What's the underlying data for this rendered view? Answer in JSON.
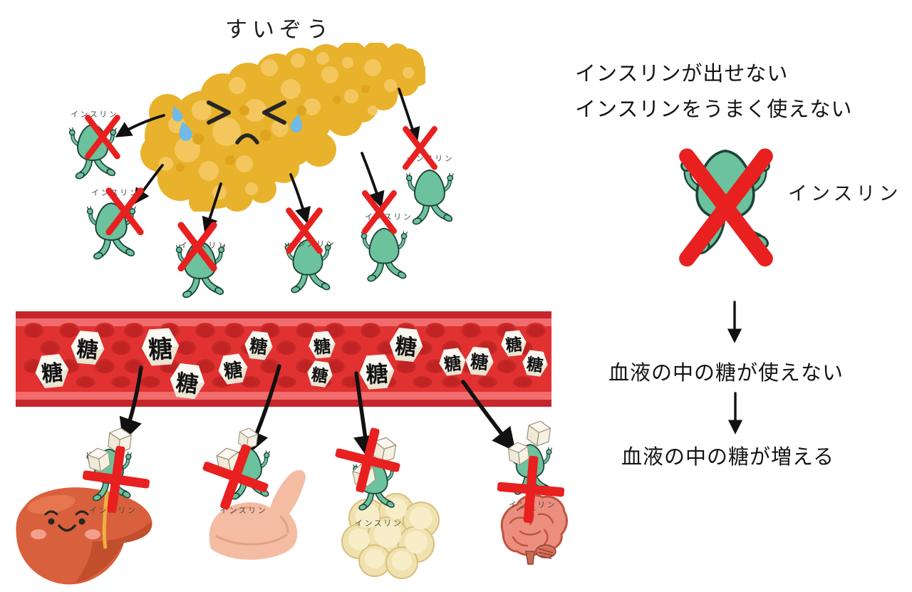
{
  "title": "すいぞう",
  "insulin_label": "インスリン",
  "sugar_label": "糖",
  "right_panel": {
    "heading_line1": "インスリンが出せない",
    "heading_line2": "インスリンをうまく使えない",
    "insulin_label": "インスリン",
    "flow_step1": "血液の中の糖が使えない",
    "flow_step2": "血液の中の糖が増える"
  },
  "colors": {
    "pancreas": "#E8B22C",
    "pancreas_light": "#F3C75E",
    "pancreas_dark": "#DFA41E",
    "insulin_green": "#6BC29C",
    "outline_dark": "#1d4338",
    "cross_red": "#E8201F",
    "vessel_band": "#C5262C",
    "vessel_stripe": "#F16C6C",
    "vessel_lumen": "#E23131",
    "sugar_bg": "#FBF8F1",
    "tear_blue": "#70B9E8",
    "liver": "#D9603C",
    "muscle_skin": "#F4BCA2",
    "fat": "#EFE2AE",
    "brain": "#EC8E7E",
    "arrow_black": "#111111"
  }
}
